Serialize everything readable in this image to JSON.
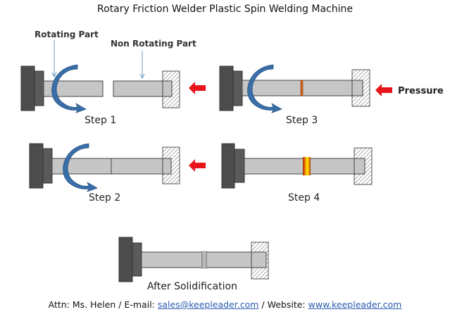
{
  "title": "Rotary Friction Welder Plastic Spin Welding Machine",
  "labels": {
    "rotating_part": "Rotating Part",
    "non_rotating_part": "Non Rotating Part",
    "pressure": "Pressure"
  },
  "steps": [
    {
      "label": "Step 1"
    },
    {
      "label": "Step 2"
    },
    {
      "label": "Step 3"
    },
    {
      "label": "Step 4"
    },
    {
      "label": "After Solidification"
    }
  ],
  "footer": {
    "attn": "Attn: Ms. Helen / E-mail: ",
    "email": "sales@keepleader.com",
    "sep": " / Website: ",
    "website": "www.keepleader.com"
  },
  "colors": {
    "chuck": "#4d4d4d",
    "rod": "#c6c6c6",
    "rotation_arrow": "#3a6ea8",
    "pressure_arrow": "#e8141b",
    "weld_hot": "#f7c400",
    "weld_edge": "#a0290e"
  }
}
